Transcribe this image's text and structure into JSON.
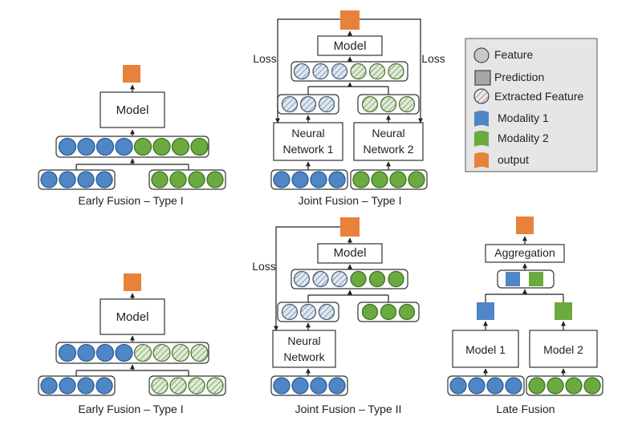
{
  "colors": {
    "blue": "#4f86c6",
    "blue_stroke": "#2d5c91",
    "green": "#6aaa3f",
    "green_stroke": "#3d7322",
    "orange": "#e8813a",
    "hatched_fill": "#dfe7f0",
    "green_hatched_fill": "#dfead7",
    "legend_bg": "#e6e6e6",
    "gray": "#a6a6a6"
  },
  "legend": {
    "feature": "Feature",
    "prediction": "Prediction",
    "extracted_feature": "Extracted Feature",
    "modality1": "Modality 1",
    "modality2": "Modality 2",
    "output": "output"
  },
  "panels": {
    "early1": {
      "caption": "Early Fusion – Type I",
      "model": "Model"
    },
    "early2": {
      "caption": "Early Fusion – Type I",
      "model": "Model"
    },
    "joint1": {
      "caption": "Joint Fusion – Type I",
      "model": "Model",
      "nn1": [
        "Neural",
        "Network 1"
      ],
      "nn2": [
        "Neural",
        "Network 2"
      ],
      "loss_left": "Loss",
      "loss_right": "Loss"
    },
    "joint2": {
      "caption": "Joint Fusion – Type II",
      "model": "Model",
      "nn": [
        "Neural",
        "Network"
      ],
      "loss": "Loss"
    },
    "late": {
      "caption": "Late Fusion",
      "aggregation": "Aggregation",
      "model1": "Model 1",
      "model2": "Model 2"
    }
  }
}
